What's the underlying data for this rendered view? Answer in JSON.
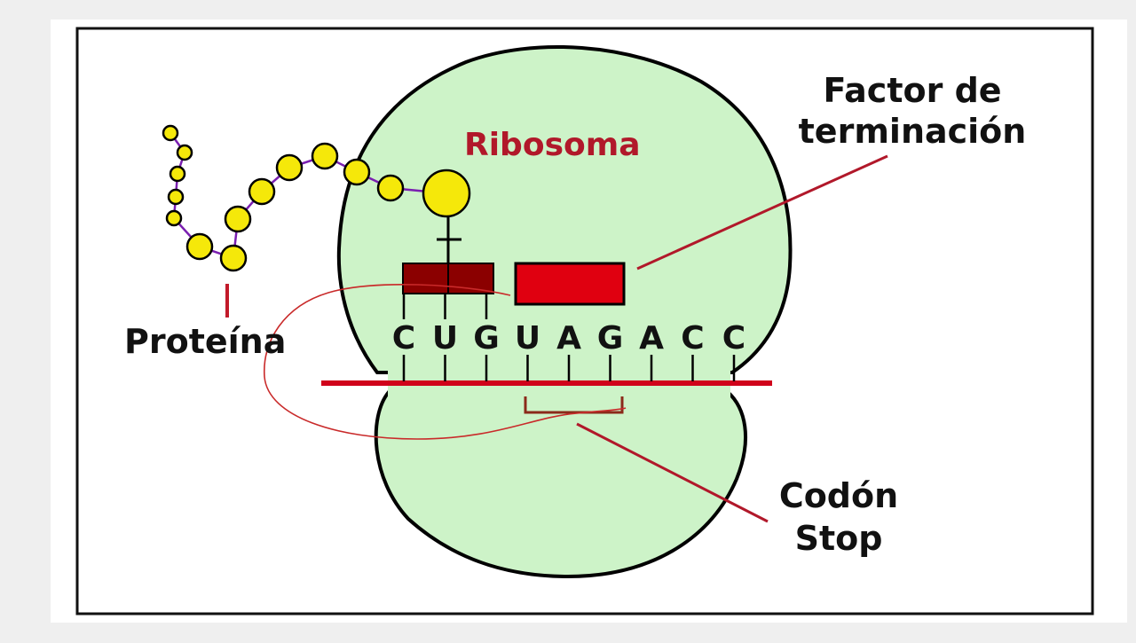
{
  "labels": {
    "ribosome": "Ribosoma",
    "release_factor_line1": "Factor de",
    "release_factor_line2": "terminación",
    "protein": "Proteína",
    "stop_codon_line1": "Codón",
    "stop_codon_line2": "Stop"
  },
  "mrna_bases": [
    "C",
    "U",
    "G",
    "U",
    "A",
    "G",
    "A",
    "C",
    "C"
  ],
  "colors": {
    "ribosome_fill": "#cdf3c8",
    "mrna": "#d0021b",
    "label_red": "#b1182a",
    "trna": "#8b0000",
    "release_factor": "#e00010",
    "amino_acid": "#f5e80a",
    "peptide_bond": "#7a1fb0",
    "annotation_pen": "#c92a2a"
  }
}
